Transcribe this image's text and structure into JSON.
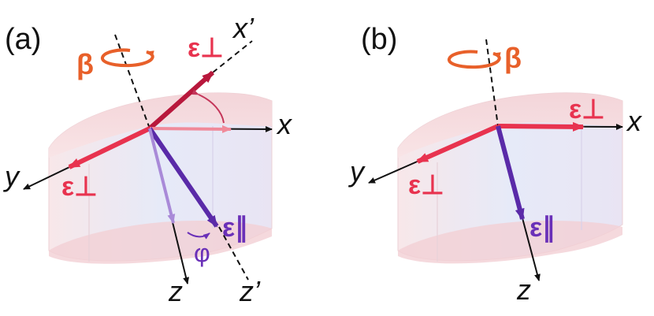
{
  "panels": [
    {
      "label": "(a)",
      "beta": "β",
      "axes": {
        "x": "x",
        "y": "y",
        "z": "z",
        "x_prime": "x’",
        "z_prime": "z’"
      },
      "vectors": {
        "eps_perp_top": "ε⊥",
        "eps_perp_left": "ε⊥",
        "eps_par": "ε∥"
      },
      "angle": "φ"
    },
    {
      "label": "(b)",
      "beta": "β",
      "axes": {
        "x": "x",
        "y": "y",
        "z": "z"
      },
      "vectors": {
        "eps_perp_right": "ε⊥",
        "eps_perp_left": "ε⊥",
        "eps_par": "ε∥"
      }
    }
  ],
  "colors": {
    "cylinder_top": "#f6d9d9",
    "cylinder_side": "#dfe3f3",
    "beta": "#e8602a",
    "eps_perp": "#e8334f",
    "eps_par": "#6a30b8",
    "axis": "#111111"
  }
}
